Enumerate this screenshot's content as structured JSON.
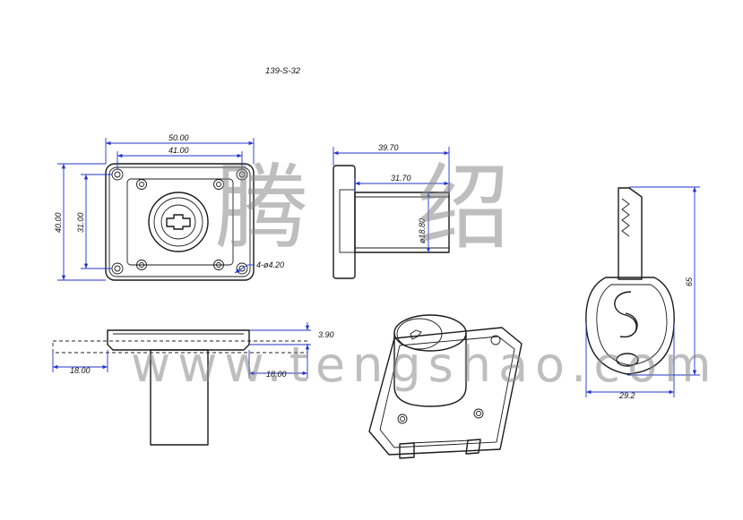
{
  "model_code": "139-S-32",
  "watermark": {
    "brand_cn": "腾 绍",
    "url": "www.tengshao.com"
  },
  "colors": {
    "dimension_line": "#2233cc",
    "outline": "#1a1a1a",
    "watermark": "#8a8a8a"
  },
  "front_view": {
    "overall_width": "50.00",
    "inner_width": "41.00",
    "overall_height": "40.00",
    "inner_height": "31.00",
    "holes": "4-ø4.20"
  },
  "side_view": {
    "overall_length": "39.70",
    "cylinder_length": "31.70",
    "cylinder_diameter": "ø18.80"
  },
  "bottom_view": {
    "flange_thickness": "3.90",
    "left_offset": "18.00",
    "right_offset": "18.00"
  },
  "key_view": {
    "key_length": "65",
    "key_head_width": "29.2"
  }
}
